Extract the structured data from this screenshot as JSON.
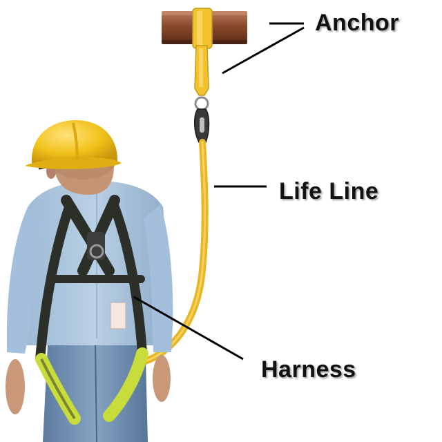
{
  "labels": {
    "anchor": "Anchor",
    "life_line": "Life Line",
    "harness": "Harness"
  },
  "colors": {
    "background": "#ffffff",
    "lanyard_yellow": "#f2c230",
    "hardhat_yellow": "#f1c21b",
    "shirt_blue": "#a9c4df",
    "jeans_blue": "#6f8fb2",
    "beam_brown": "#8a4a2c",
    "harness_dark": "#2b2f28",
    "leg_strap_green": "#c8dc3c",
    "text": "#111111"
  },
  "icons": {
    "anchor_beam": "i-beam-anchor-icon",
    "snap_hook": "snap-hook-icon",
    "hard_hat": "hard-hat-icon",
    "worker": "worker-figure-icon"
  }
}
